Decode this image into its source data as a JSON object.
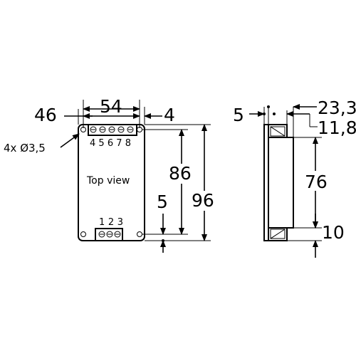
{
  "top_view": {
    "label": "Top view",
    "terminals_top": "4 5 6 7 8",
    "terminals_bottom": "1 2 3",
    "hole_note": "4x Ø3,5"
  },
  "dimensions": {
    "overall_width": "46",
    "hole_spacing_width": "54",
    "edge_offset": "4",
    "hole_spacing_height": "86",
    "overall_height": "96",
    "hole_edge_offset": "5"
  },
  "side_view": {
    "flange_thickness": "5",
    "overall_depth": "23,3",
    "body_depth": "11,8",
    "body_height": "76",
    "bottom_offset": "10"
  }
}
